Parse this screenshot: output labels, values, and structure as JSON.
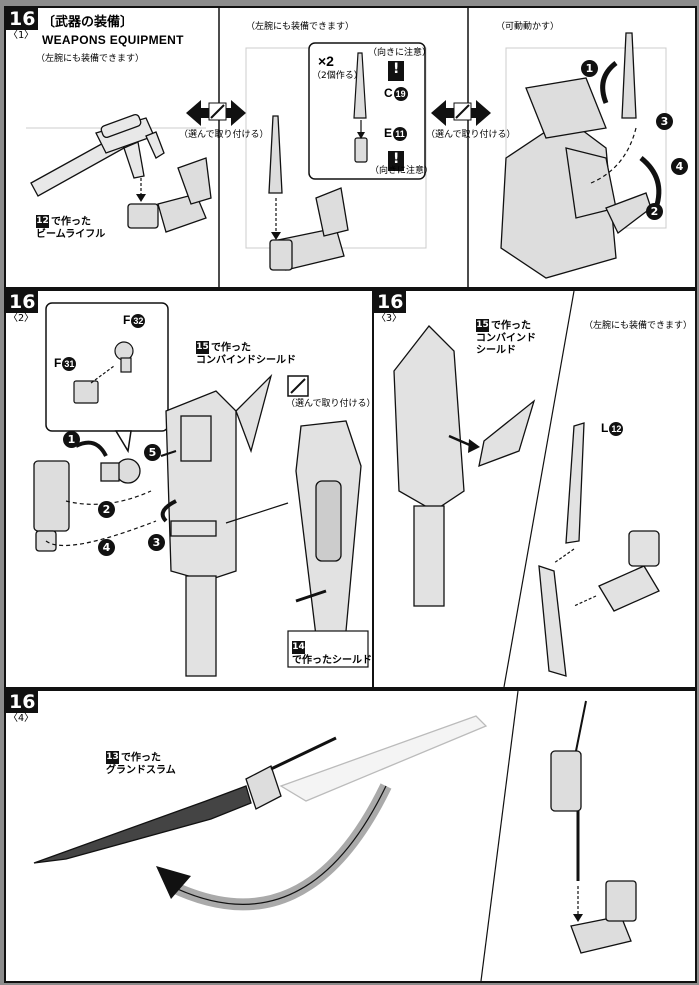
{
  "step": {
    "number": "16",
    "title_jp": "〔武器の装備〕",
    "title_en": "WEAPONS EQUIPMENT"
  },
  "panel1": {
    "sub": "〈1〉",
    "note_left": "（左腕にも装備できます）",
    "rifle_num": "12",
    "rifle_label_1": "で作った",
    "rifle_label_2": "ビームライフル",
    "swap_note": "（選んで取り付ける）",
    "mid_note": "（左腕にも装備できます）",
    "x2": "×2",
    "x2_note": "（2個作る）",
    "orient_note_1": "（向きに注意）",
    "orient_note_2": "（向きに注意）",
    "part_c": "C",
    "part_c_num": "19",
    "part_e": "E",
    "part_e_num": "11",
    "warn": "!",
    "swap_note_2": "（選んで取り付ける）",
    "right_note": "（可動動かす）",
    "badges": [
      "1",
      "2",
      "3",
      "4"
    ]
  },
  "panel2": {
    "sub": "〈2〉",
    "part_f32": "F",
    "part_f32_num": "32",
    "part_f31": "F",
    "part_f31_num": "31",
    "shield_num": "15",
    "shield_label_1": "で作った",
    "shield_label_2": "コンバインドシールド",
    "swap_note": "（選んで取り付ける）",
    "small_shield_num": "14",
    "small_shield_label": "で作ったシールド",
    "badges": [
      "1",
      "2",
      "3",
      "4",
      "5"
    ]
  },
  "panel3": {
    "sub": "〈3〉",
    "shield_num": "15",
    "shield_label_1": "で作った",
    "shield_label_2": "コンバインド",
    "shield_label_3": "シールド",
    "note": "（左腕にも装備できます）",
    "part_l": "L",
    "part_l_num": "12"
  },
  "panel4": {
    "sub": "〈4〉",
    "sword_num": "13",
    "sword_label_1": "で作った",
    "sword_label_2": "グランドスラム"
  }
}
